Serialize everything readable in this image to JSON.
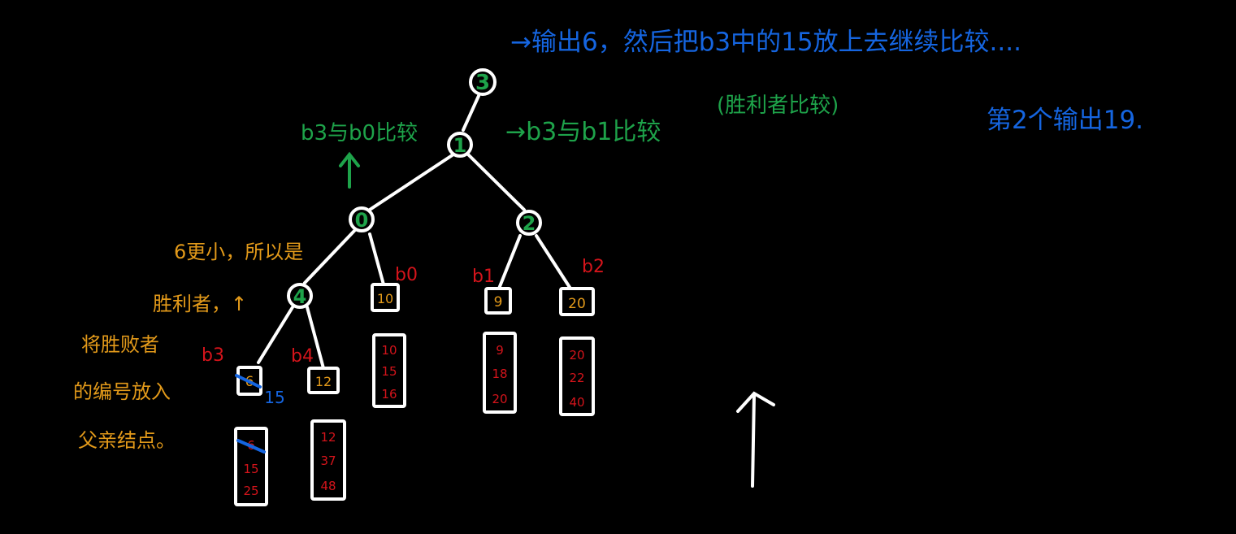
{
  "annotations": {
    "blue_top": "→输出6，然后把b3中的15放上去继续比较....",
    "blue_second": "第2个输出19.",
    "green_left": "b3与b0比较",
    "green_right": "→b3与b1比较",
    "green_paren": "(胜利者比较)",
    "orange_1": "6更小，所以是",
    "orange_2": "胜利者，↑",
    "orange_3": "将胜败者",
    "orange_4": "的编号放入",
    "orange_5": "父亲结点。",
    "blue_15": "15"
  },
  "tree": {
    "root": "3",
    "n1": "1",
    "n0": "0",
    "n2": "2",
    "n4": "4"
  },
  "leaves": {
    "b0": {
      "label": "b0",
      "value": "10",
      "list": [
        "10",
        "15",
        "16"
      ]
    },
    "b1": {
      "label": "b1",
      "value": "9",
      "list": [
        "9",
        "18",
        "20"
      ]
    },
    "b2": {
      "label": "b2",
      "value": "20",
      "list": [
        "20",
        "22",
        "40"
      ]
    },
    "b3": {
      "label": "b3",
      "value": "6",
      "list": [
        "6",
        "15",
        "25"
      ]
    },
    "b4": {
      "label": "b4",
      "value": "12",
      "list": [
        "12",
        "37",
        "48"
      ]
    }
  },
  "colors": {
    "blue": "#1565e0",
    "green": "#1ea34a",
    "red": "#d4141b",
    "orange": "#e39a1a",
    "white": "#ffffff"
  }
}
